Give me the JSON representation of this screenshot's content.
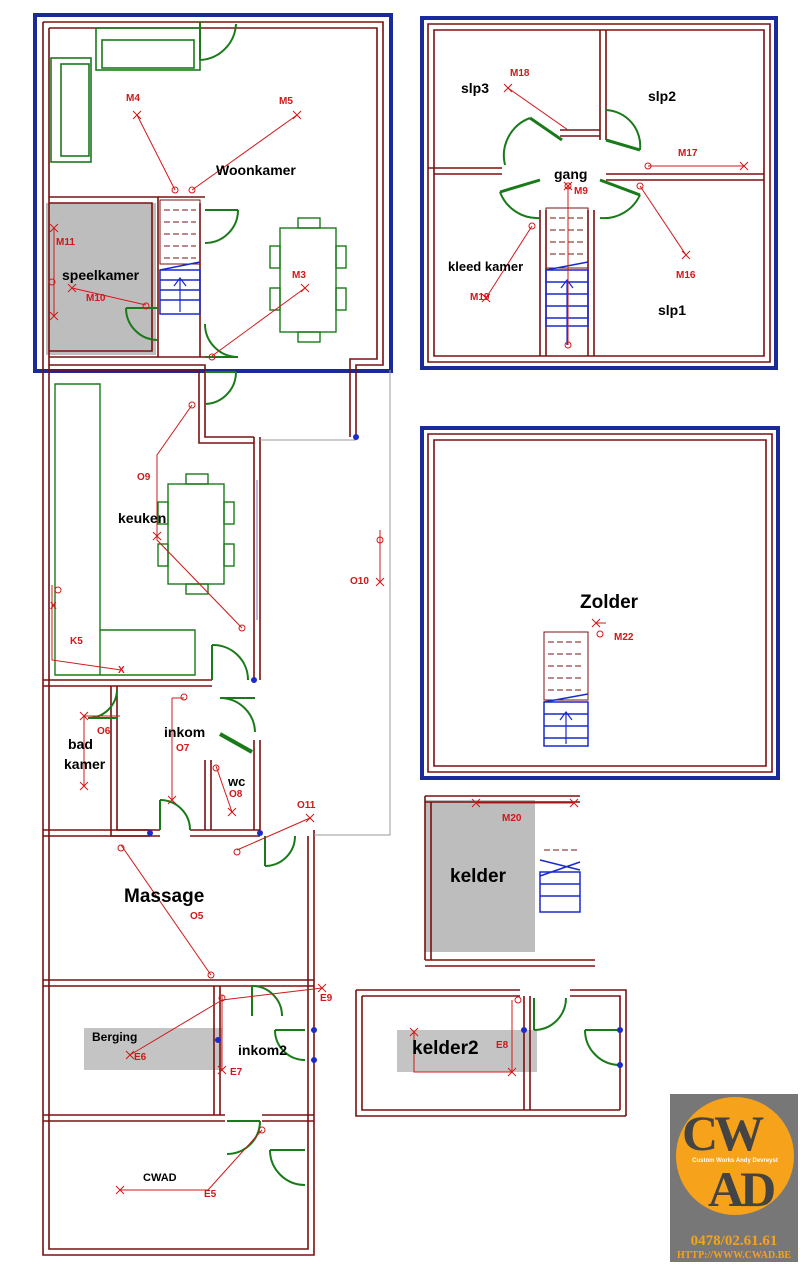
{
  "rooms": {
    "woonkamer": "Woonkamer",
    "speelkamer": "speelkamer",
    "keuken": "keuken",
    "bad": "bad",
    "kamer": "kamer",
    "inkom": "inkom",
    "wc": "wc",
    "massage": "Massage",
    "berging": "Berging",
    "inkom2": "inkom2",
    "cwad": "CWAD",
    "slp3": "slp3",
    "slp2": "slp2",
    "gang": "gang",
    "kleed_kamer": "kleed kamer",
    "slp1": "slp1",
    "zolder": "Zolder",
    "kelder": "kelder",
    "kelder2": "kelder2"
  },
  "markers": {
    "M4": "M4",
    "M5": "M5",
    "M11": "M11",
    "M10": "M10",
    "M3": "M3",
    "O9": "O9",
    "O10": "O10",
    "K5": "K5",
    "X1": "X",
    "X2": "X",
    "O6": "O6",
    "O7": "O7",
    "O8": "O8",
    "O11": "O11",
    "O5": "O5",
    "E9": "E9",
    "E6": "E6",
    "E7": "E7",
    "E5": "E5",
    "E8": "E8",
    "M18": "M18",
    "M17": "M17",
    "M9": "M9",
    "M19": "M19",
    "M16": "M16",
    "M22": "M22",
    "M20": "M20"
  },
  "logo": {
    "letters_top": "CW",
    "letters_bottom": "AD",
    "tagline": "Custom Works Andy Devreyst",
    "phone": "0478/02.61.61",
    "url": "HTTP://WWW.CWAD.BE"
  },
  "colors": {
    "wall": "#7a1010",
    "frame": "#1a2a9a",
    "door": "#1a7a1a",
    "furniture": "#1a7a1a",
    "stair": "#1a2acc",
    "marker": "#d01818",
    "shade": "#bdbdbd"
  }
}
